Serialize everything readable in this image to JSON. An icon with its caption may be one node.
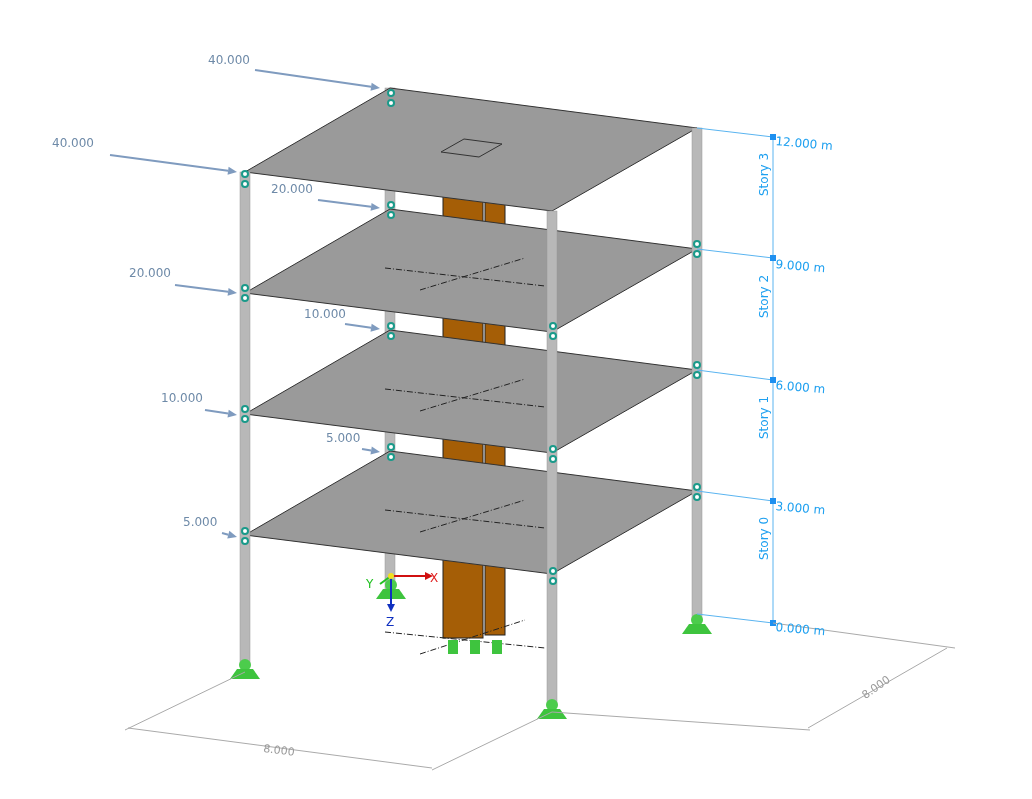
{
  "diagram": {
    "labels": [
      "40.000",
      "40.000",
      "20.000",
      "12.000 m",
      "Story 3",
      "20.000",
      "9.000 m",
      "10.000",
      "Story 2",
      "6.000 m",
      "10.000",
      "5.000",
      "Story 1",
      "3.000 m",
      "5.000",
      "Story 0",
      "X",
      "Y",
      "Z",
      "0.000 m",
      "8.000",
      "8.000"
    ]
  }
}
